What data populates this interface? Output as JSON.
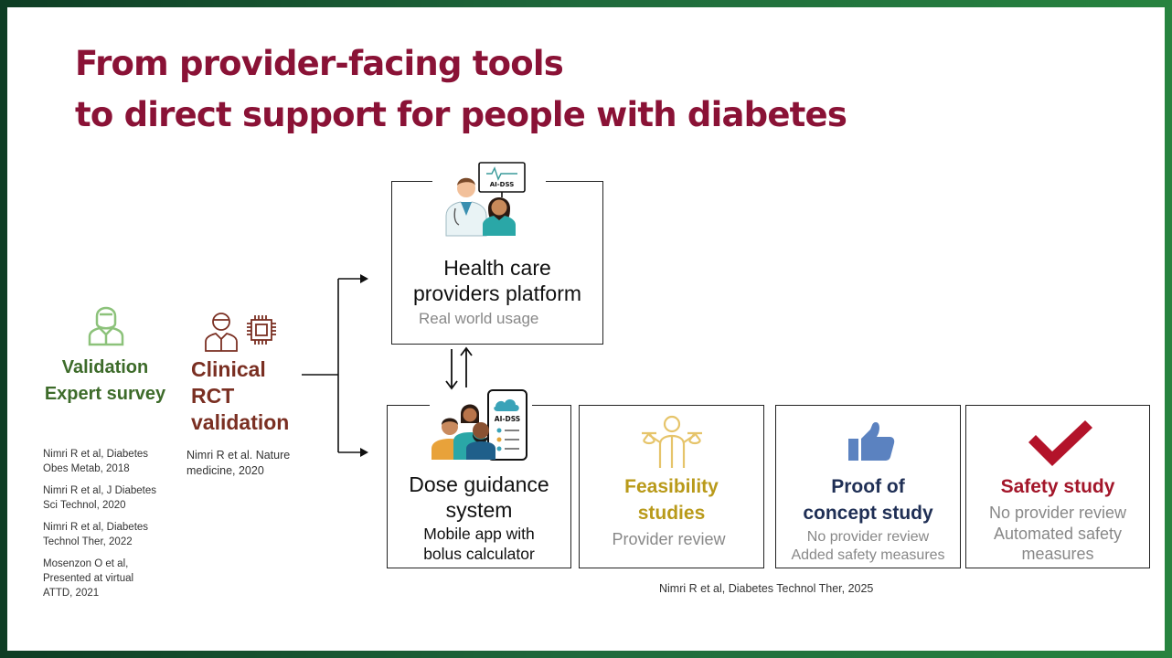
{
  "title": {
    "line1": "From provider-facing tools",
    "line2": "to direct support for people with diabetes"
  },
  "validation": {
    "heading_line1": "Validation",
    "heading_line2": "Expert survey",
    "refs": [
      {
        "l1": "Nimri R et al, Diabetes",
        "l2": "Obes Metab, 2018"
      },
      {
        "l1": "Nimri R et al, J Diabetes",
        "l2": "Sci Technol, 2020"
      },
      {
        "l1": "Nimri R et al, Diabetes",
        "l2": "Technol Ther, 2022"
      },
      {
        "l1": "Mosenzon O et al,",
        "l2": "Presented at virtual",
        "l3": "ATTD, 2021"
      }
    ]
  },
  "clinical": {
    "line1": "Clinical",
    "line2": "RCT",
    "line3": "validation",
    "ref_l1": "Nimri R et al. Nature",
    "ref_l2": "medicine, 2020"
  },
  "hcp_box": {
    "monitor_label": "AI-DSS",
    "title_line1": "Health care",
    "title_line2": "providers  platform",
    "subtitle": "Real world usage"
  },
  "dose_box": {
    "phone_label": "AI-DSS",
    "title_line1": "Dose guidance",
    "title_line2": "system",
    "sub_line1": "Mobile app with",
    "sub_line2": "bolus calculator"
  },
  "feasibility": {
    "line1": "Feasibility",
    "line2": "studies",
    "sub": "Provider review",
    "color": "#b99a1a"
  },
  "proof": {
    "line1": "Proof of",
    "line2": "concept study",
    "sub1": "No provider review",
    "sub2": "Added safety measures",
    "color": "#1f2f55"
  },
  "safety": {
    "line1": "Safety study",
    "sub1": "No provider review",
    "sub2": "Automated safety",
    "sub3": "measures",
    "color": "#a3162a"
  },
  "footer_ref": "Nimri R et al, Diabetes Technol Ther, 2025",
  "icons": [
    "doctor-outline-icon",
    "doctor-chip-icon",
    "doctors-monitor-icon",
    "people-phone-icon",
    "balance-person-icon",
    "thumbs-up-icon",
    "check-mark-icon"
  ]
}
